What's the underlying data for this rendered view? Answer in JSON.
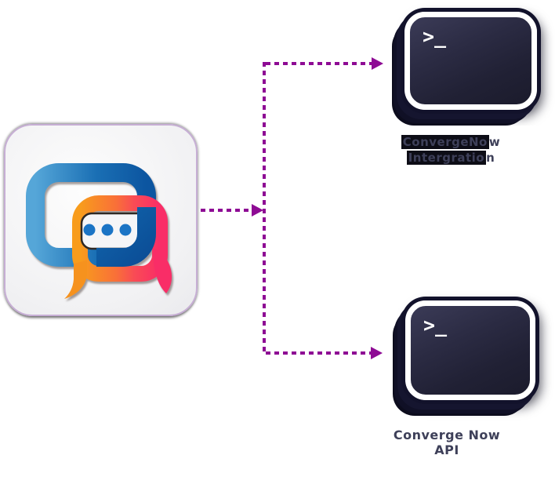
{
  "diagram": {
    "source_icon": {
      "name": "converge-chat-app-logo",
      "colors": {
        "blue_light": "#4FA0D4",
        "blue_dark": "#0C55A0",
        "orange": "#F89C1C",
        "red": "#F9503F",
        "pink": "#F92D67",
        "dot_blue": "#1B74C5",
        "icon_border": "#C6AED4"
      }
    },
    "arrow_color": "#8E0B94",
    "terminal_colors": {
      "body": "#23233A",
      "border": "#FFFFFF",
      "shadow_ring": "#12122B"
    },
    "label_text_color": "#3E4059",
    "label_highlight_color": "#0D0D16",
    "targets": [
      {
        "id": "integration",
        "terminal_prompt": ">_",
        "label_line1": "ConvergeNow",
        "label_line1_highlight": "ConvergeNo",
        "label_line1_tail": "w",
        "label_line2": "Intergration",
        "label_line2_highlight": "Intergratio",
        "label_line2_tail": "n"
      },
      {
        "id": "api",
        "terminal_prompt": ">_",
        "label": "Converge Now API"
      }
    ]
  }
}
